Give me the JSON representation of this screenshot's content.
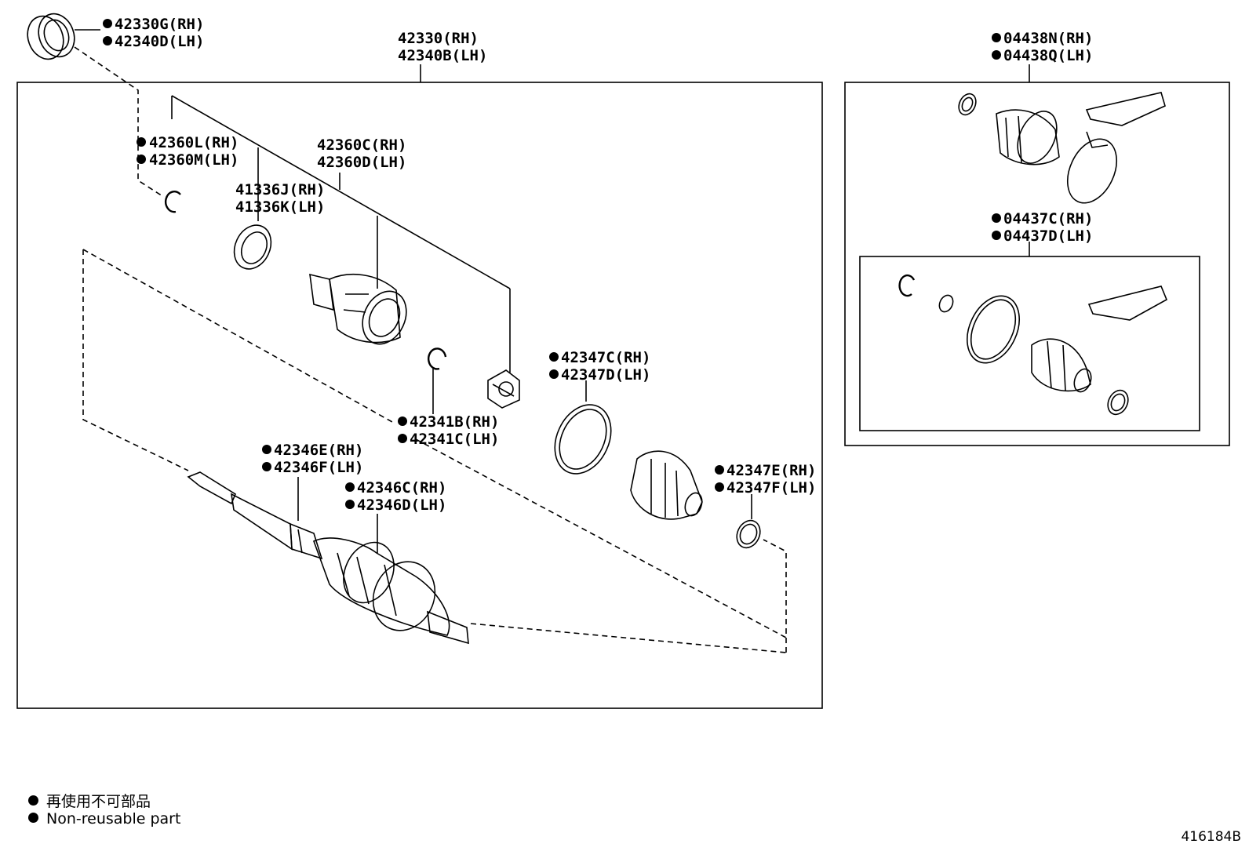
{
  "labels": {
    "bearing": [
      "42330G(RH)",
      "42340D(LH)"
    ],
    "assembly": [
      "42330(RH)",
      "42340B(LH)"
    ],
    "snap_ring_top": [
      "42360L(RH)",
      "42360M(LH)"
    ],
    "inboard_joint": [
      "42360C(RH)",
      "42360D(LH)"
    ],
    "seal": [
      "41336J(RH)",
      "41336K(LH)"
    ],
    "snap_ring_mid": [
      "42341B(RH)",
      "42341C(LH)"
    ],
    "boot_clamp_large": [
      "42347C(RH)",
      "42347D(LH)"
    ],
    "boot_clamp_small": [
      "42347E(RH)",
      "42347F(LH)"
    ],
    "outboard_clamp_upper": [
      "42346E(RH)",
      "42346F(LH)"
    ],
    "outboard_clamp_lower": [
      "42346C(RH)",
      "42346D(LH)"
    ],
    "boot_kit_outboard": [
      "04438N(RH)",
      "04438Q(LH)"
    ],
    "boot_kit_inboard": [
      "04437C(RH)",
      "04437D(LH)"
    ]
  },
  "legend": {
    "japanese": "再使用不可部品",
    "english": "Non-reusable part"
  },
  "figure_id": "416184B"
}
